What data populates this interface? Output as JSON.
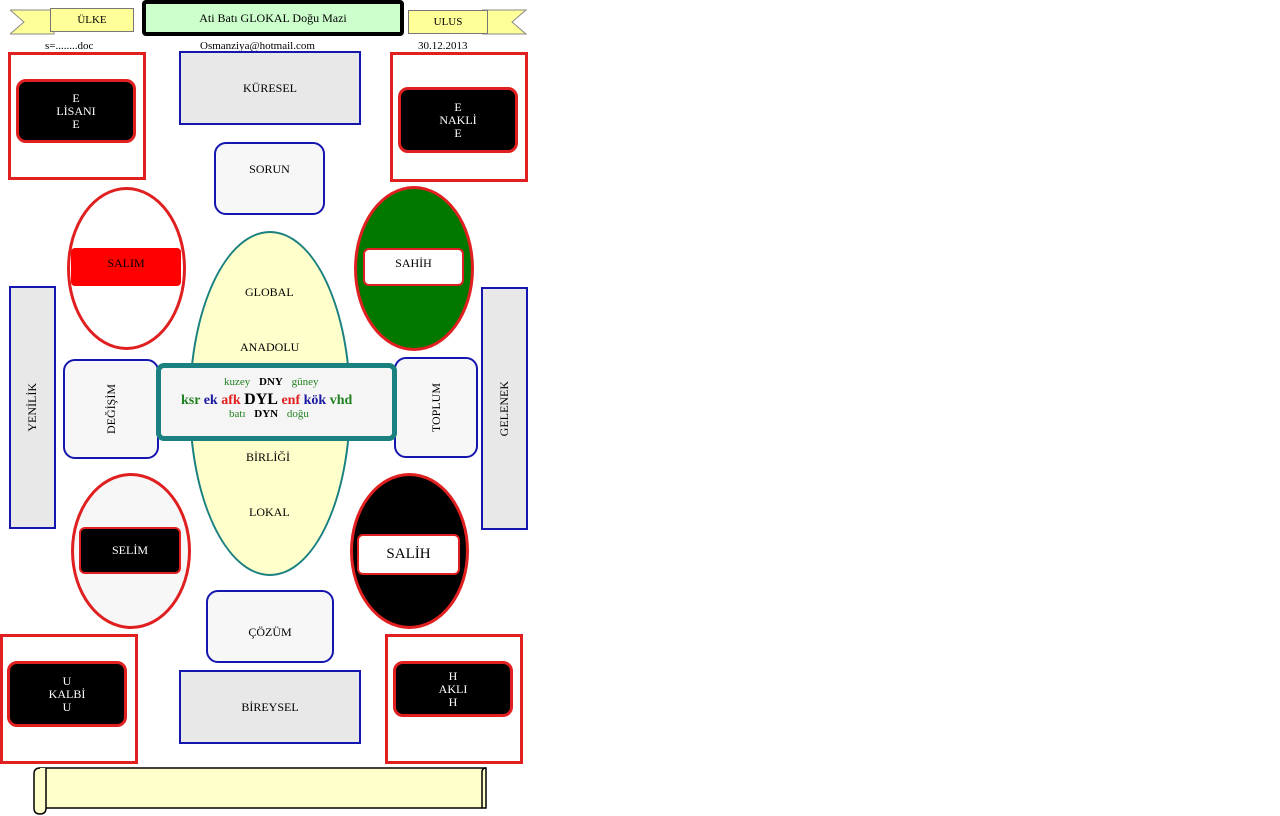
{
  "header": {
    "left_label": "ÜLKE",
    "title": "Ati  Batı GLOKAL Doğu Mazi",
    "right_label": "ULUS",
    "filename": "s=........doc",
    "email": "Osmanziya@hotmail.com",
    "date": "30.12.2013"
  },
  "top_left": {
    "l1": "E",
    "l2": "LİSANI",
    "l3": "E"
  },
  "top_right": {
    "l1": "E",
    "l2": "NAKLİ",
    "l3": "E"
  },
  "bottom_left": {
    "l1": "U",
    "l2": "KALBİ",
    "l3": "U"
  },
  "bottom_right": {
    "l1": "H",
    "l2": "AKLI",
    "l3": "H"
  },
  "boxes": {
    "kuresel": "KÜRESEL",
    "sorun": "SORUN",
    "cozum": "ÇÖZÜM",
    "bireysel": "BİREYSEL",
    "yenilik": "YENİLİK",
    "gelenek": "GELENEK",
    "degisim": "DEĞİŞİM",
    "toplum": "TOPLUM"
  },
  "ovals": {
    "salim": "SALIM",
    "sahih": "SAHİH",
    "selim": "SELİM",
    "salih": "SALİH"
  },
  "central_ellipse": {
    "global": "GLOBAL",
    "anadolu": "ANADOLU",
    "birligi": "BİRLİĞİ",
    "lokal": "LOKAL"
  },
  "center_panel": {
    "kuzey": "kuzey",
    "dny": "DNY",
    "guney": "güney",
    "ksr": "ksr",
    "ek": "ek",
    "afk": "afk",
    "dyl": "DYL",
    "enf": "enf",
    "kok": "kök",
    "vhd": "vhd",
    "bati": "batı",
    "dyn": "DYN",
    "dogu": "doğu"
  },
  "colors": {
    "red": "#e02020",
    "blue": "#1515b0",
    "teal": "#1a8080",
    "green": "#007800",
    "yellow": "#ffff99",
    "light_yellow": "#ffffcc"
  }
}
